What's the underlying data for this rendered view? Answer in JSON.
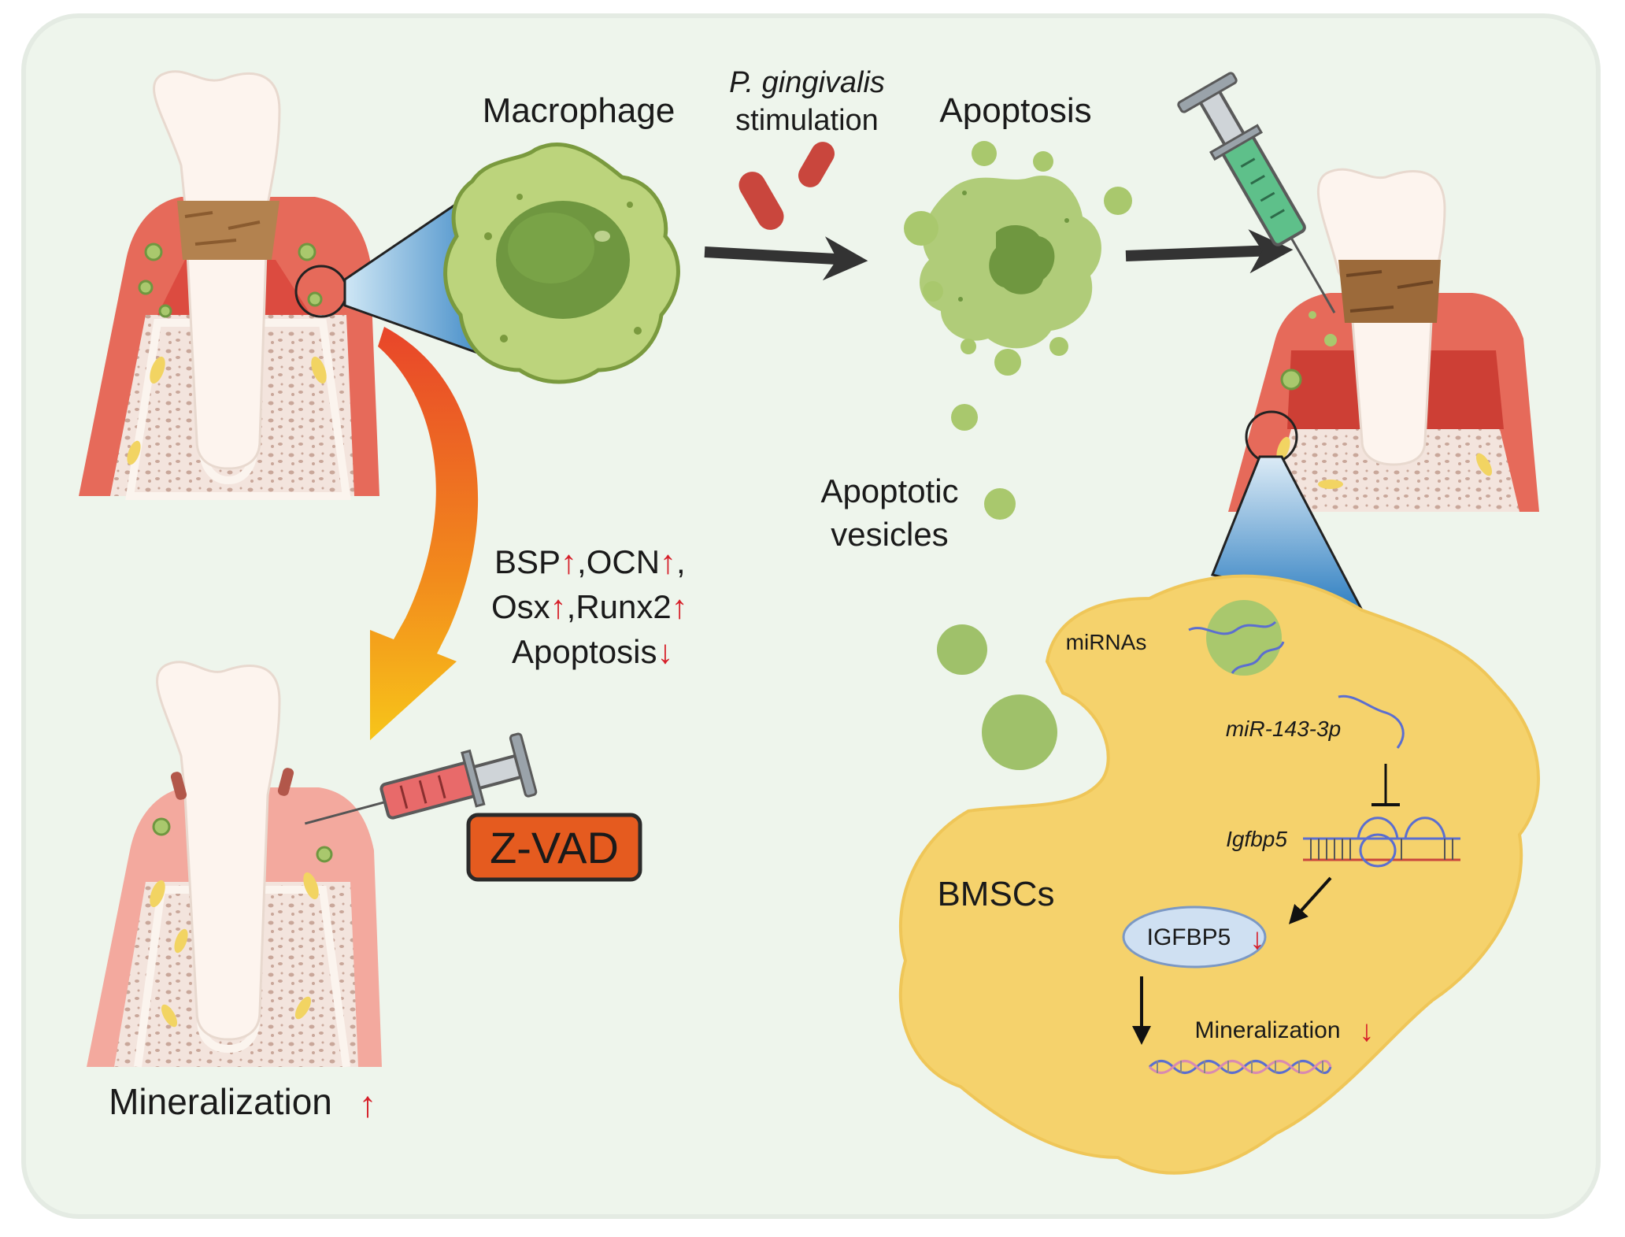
{
  "labels": {
    "macrophage": "Macrophage",
    "pg_line1": "P. gingivalis",
    "pg_line2": "stimulation",
    "apoptosis": "Apoptosis",
    "apoptotic_vesicles_1": "Apoptotic",
    "apoptotic_vesicles_2": "vesicles",
    "markers_line1_a": "BSP",
    "markers_line1_b": ",OCN",
    "markers_line1_c": ",",
    "markers_line2_a": "Osx",
    "markers_line2_b": ",Runx2",
    "markers_line3": "Apoptosis",
    "zvad": "Z-VAD",
    "mineralization_left": "Mineralization",
    "mirnas": "miRNAs",
    "mir143": "miR-143-3p",
    "igfbp5_gene": "Igfbp5",
    "bmscs": "BMSCs",
    "igfbp5_protein": "IGFBP5",
    "mineralization_right": "Mineralization",
    "arrow_up": "↑",
    "arrow_down": "↓"
  },
  "colors": {
    "panel_bg": "#eef5ec",
    "gum": "#d9574a",
    "gum_light": "#f0a79d",
    "bone": "#f2e3dc",
    "tooth": "#fdf4ee",
    "tartar": "#b3824f",
    "cell_green": "#a9c86d",
    "nucleus": "#6f9740",
    "bmsc_yellow": "#f5d26c",
    "zvad_fill": "#e55b1f",
    "red_arrow": "#d6202a"
  },
  "icons": [
    "syringe-icon",
    "bacteria-icon",
    "dna-icon",
    "mrna-icon",
    "inhibition-icon"
  ]
}
